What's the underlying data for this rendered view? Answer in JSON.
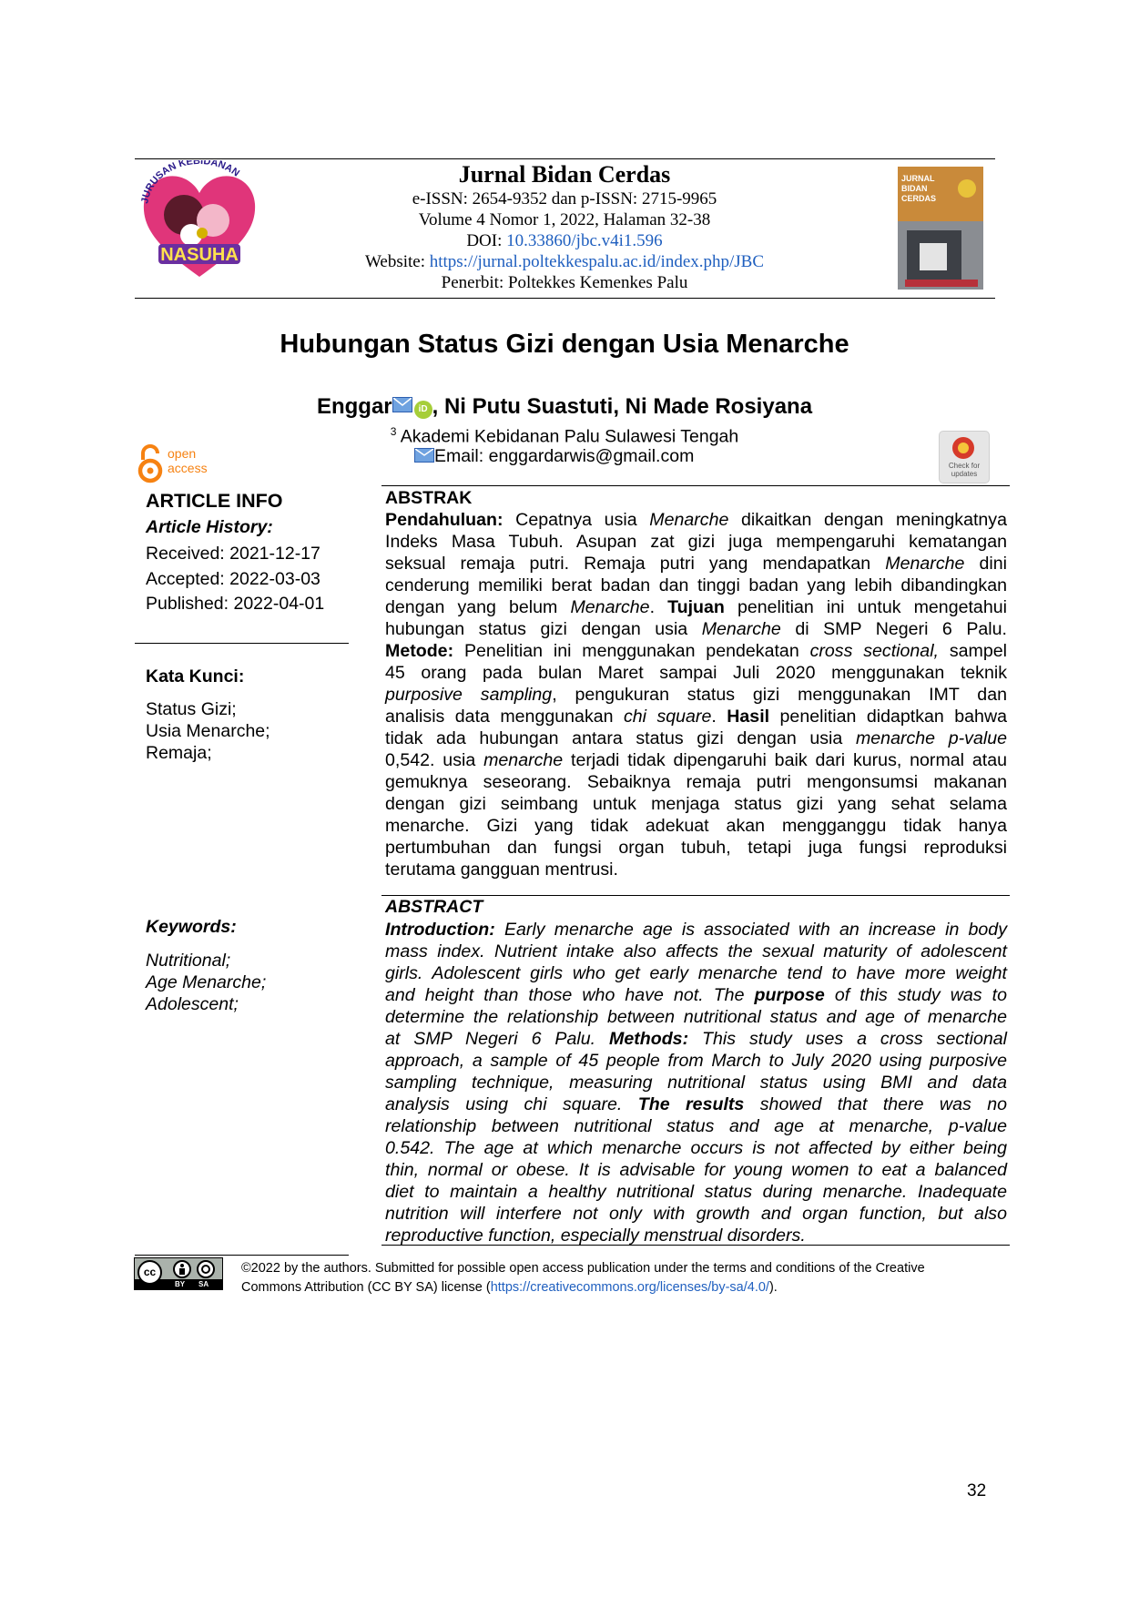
{
  "journal": {
    "name": "Jurnal Bidan Cerdas",
    "issn": "e-ISSN: 2654-9352 dan p-ISSN: 2715-9965",
    "volume": "Volume 4 Nomor 1, 2022, Halaman 32-38",
    "doi_label": "DOI:",
    "doi": "10.33860/jbc.v4i1.596",
    "website_label": "Website:",
    "website": "https://jurnal.poltekkespalu.ac.id/index.php/JBC",
    "publisher": "Penerbit: Poltekkes Kemenkes Palu",
    "logo_text_top": "JURUSAN KEBIDANAN",
    "logo_text_main": "NASUHA",
    "cover_text": "JURNAL BIDAN CERDAS"
  },
  "article": {
    "title": "Hubungan Status Gizi dengan Usia Menarche",
    "author1": "Enggar",
    "author_rest_1": ", Ni Putu Suastuti",
    "author_rest_2": ", Ni Made Rosiyana",
    "affil_sup": "3",
    "affiliation": "Akademi Kebidanan Palu Sulawesi Tengah",
    "email": "Email: enggardarwis@gmail.com"
  },
  "badges": {
    "open_access_1": "open",
    "open_access_2": "access",
    "check_updates_1": "Check for",
    "check_updates_2": "updates"
  },
  "article_info": {
    "heading": "ARTICLE INFO",
    "history_label": "Article History:",
    "received": "Received: 2021-12-17",
    "accepted": "Accepted: 2022-03-03",
    "published": "Published: 2022-04-01",
    "kata_kunci_label": "Kata Kunci:",
    "kata_kunci": [
      "Status Gizi;",
      "Usia Menarche;",
      "Remaja;"
    ],
    "keywords_label": "Keywords:",
    "keywords": [
      "Nutritional;",
      "Age Menarche;",
      "Adolescent;"
    ]
  },
  "abstrak": {
    "heading": "ABSTRAK",
    "lines": [
      "<b>Pendahuluan:</b> Cepatnya usia <i>Menarche</i> dikaitkan dengan meningkatnya",
      "Indeks Masa Tubuh. Asupan zat gizi juga mempengaruhi kematangan",
      "seksual remaja putri. Remaja putri yang mendapatkan <i>Menarche</i> dini",
      "cenderung memiliki berat badan dan tinggi badan yang lebih dibandingkan",
      "dengan yang belum <i>Menarche</i>. <b>Tujuan</b> penelitian ini untuk mengetahui",
      "hubungan status gizi dengan usia <i>Menarche</i> di SMP Negeri 6 Palu.",
      "<b>Metode:</b> Penelitian ini menggunakan pendekatan <i>cross sectional,</i> sampel",
      "45 orang pada bulan Maret sampai Juli 2020 menggunakan teknik",
      "<i>purposive sampling</i>, pengukuran status gizi menggunakan IMT dan",
      "analisis data menggunakan <i>chi square</i>. <b>Hasil</b> penelitian didaptkan bahwa",
      "tidak ada hubungan antara status gizi dengan usia <i>menarche p-value</i>",
      "0,542. usia <i>menarche</i> terjadi tidak dipengaruhi baik dari kurus, normal atau",
      "gemuknya seseorang. Sebaiknya remaja putri mengonsumsi makanan",
      "dengan gizi seimbang untuk menjaga status gizi yang sehat selama",
      "menarche. Gizi yang tidak adekuat akan mengganggu tidak hanya",
      "pertumbuhan dan fungsi organ tubuh, tetapi juga fungsi reproduksi",
      "terutama gangguan mentrusi."
    ]
  },
  "abstract": {
    "heading": "ABSTRACT",
    "lines": [
      "<b>Introduction:</b> Early menarche age is associated with an increase in body",
      "mass index. Nutrient intake also affects the sexual maturity of adolescent",
      "girls. Adolescent girls who get early menarche tend to have more weight",
      "and height than those who have not. The <b>purpose</b> of this study was to",
      "determine the relationship between nutritional status and age of menarche",
      "at SMP Negeri 6 Palu. <b>Methods:</b>  This study uses a cross sectional",
      "approach, a sample of 45 people from March to July 2020 using purposive",
      "sampling technique, measuring nutritional status using BMI and data",
      "analysis using chi square. <b>The results</b> showed that there was no",
      "relationship between nutritional status and age at menarche, p-value",
      "0.542. The age at which menarche occurs is not affected by either being",
      "thin, normal or obese. It is advisable for young women to eat a balanced",
      "diet to maintain a healthy nutritional status during menarche. Inadequate",
      "nutrition will interfere not only with growth and organ function, but also",
      "reproductive function, especially menstrual disorders."
    ]
  },
  "license": {
    "badge_cc": "cc",
    "badge_by": "BY",
    "badge_sa": "SA",
    "line1": "©2022 by the authors. Submitted for possible open access publication under the terms and conditions of the Creative",
    "line2_pre": "Commons Attribution (CC BY SA) license (",
    "line2_link": "https://creativecommons.org/licenses/by-sa/4.0/",
    "line2_post": ")."
  },
  "page_number": "32",
  "colors": {
    "link_blue": "#1f5fbf",
    "open_access_orange": "#f68212",
    "logo_pink": "#e0357a"
  }
}
